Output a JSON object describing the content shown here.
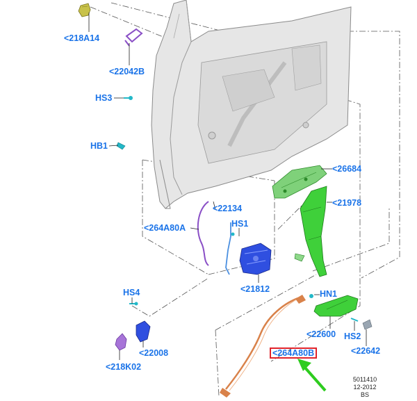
{
  "callouts": {
    "c218A14": "<218A14",
    "c22042B": "<22042B",
    "hs3": "HS3",
    "hb1": "HB1",
    "c26684": "<26684",
    "c21978": "<21978",
    "c22134": "<22134",
    "c264A80A": "<264A80A",
    "hs1": "HS1",
    "c21812": "<21812",
    "hs4": "HS4",
    "hn1": "HN1",
    "c22600": "<22600",
    "hs2": "HS2",
    "c22008": "<22008",
    "c22642": "<22642",
    "c218K02": "<218K02",
    "c264A80B": "<264A80B"
  },
  "stamp": {
    "number": "5011410",
    "date": "12-2012",
    "initials": "BS"
  },
  "colors": {
    "label_blue": "#1a73e8",
    "highlight_red": "#e0232b",
    "arrow_green": "#2ecc1f",
    "part_green": "#33cc33",
    "part_blue": "#2f4fe0",
    "part_purple": "#8a4fc6",
    "part_yellow": "#c8c24a",
    "part_orange": "#d9824a",
    "part_teal": "#22b8c8",
    "door_gray": "#e6e6e6"
  },
  "icons": {
    "arrow": "green-pointer-arrow"
  }
}
